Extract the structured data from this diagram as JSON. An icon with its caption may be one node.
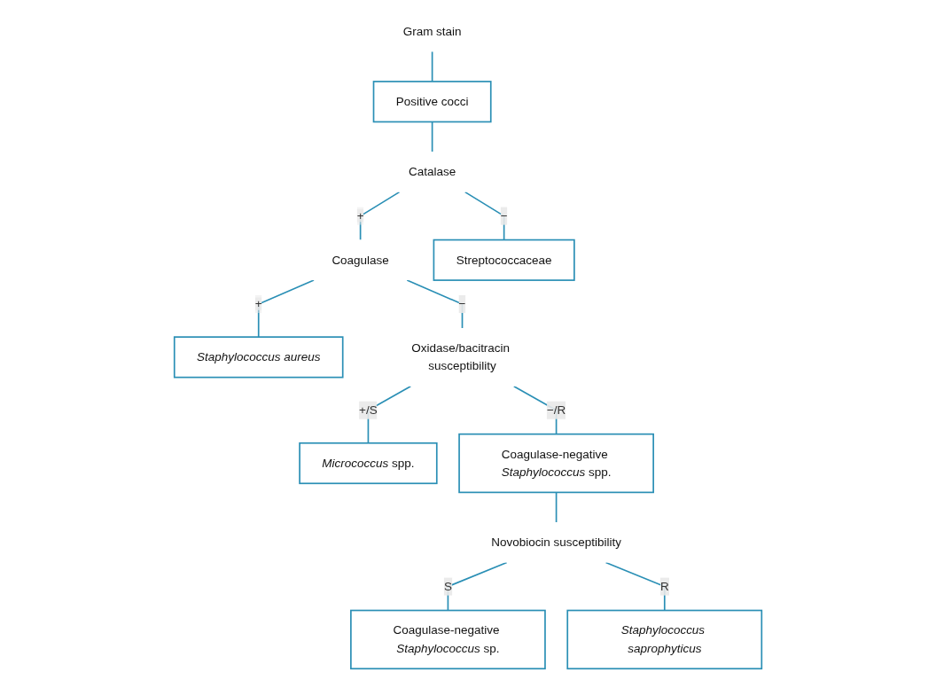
{
  "diagram": {
    "nodes": [
      {
        "text": [
          "Gram stain"
        ]
      },
      {
        "text": [
          "Positive cocci"
        ]
      },
      {
        "text": [
          "Catalase"
        ]
      },
      {
        "text": [
          "Coagulase"
        ]
      },
      {
        "text": [
          "Streptococcaceae"
        ]
      },
      {
        "text": [
          "Staphylococcus aureus"
        ]
      },
      {
        "text": [
          "Oxidase/bacitracin susceptibility"
        ]
      },
      {
        "text": [
          "*Micrococcus* spp."
        ]
      },
      {
        "text": [
          "Coagulase-negative *Staphylococcus* spp."
        ]
      },
      {
        "text": [
          "Novobiocin susceptibility"
        ]
      },
      {
        "text": [
          "Coagulase-negative *Staphylococcus* sp."
        ]
      },
      {
        "text": [
          "Staphylococcus saprophyticus"
        ]
      }
    ],
    "edges": [
      {
        "from": 0,
        "to": 1,
        "arrow": "none"
      },
      {
        "from": 1,
        "to": 2,
        "arrow": "none"
      },
      {
        "from": 2,
        "to": 3,
        "label": "+",
        "arrow": "none"
      },
      {
        "from": 2,
        "to": 4,
        "label": "−",
        "arrow": "none"
      },
      {
        "from": 3,
        "to": 5,
        "label": "+",
        "arrow": "none"
      },
      {
        "from": 3,
        "to": 6,
        "label": "−",
        "arrow": "none"
      },
      {
        "from": 6,
        "to": 7,
        "label": "+/S",
        "arrow": "none"
      },
      {
        "from": 6,
        "to": 8,
        "label": "−/R",
        "arrow": "none"
      },
      {
        "from": 8,
        "to": 9,
        "arrow": "none"
      },
      {
        "from": 9,
        "to": 10,
        "label": "S",
        "arrow": "none"
      },
      {
        "from": 9,
        "to": 11,
        "label": "R",
        "arrow": "none"
      }
    ]
  }
}
